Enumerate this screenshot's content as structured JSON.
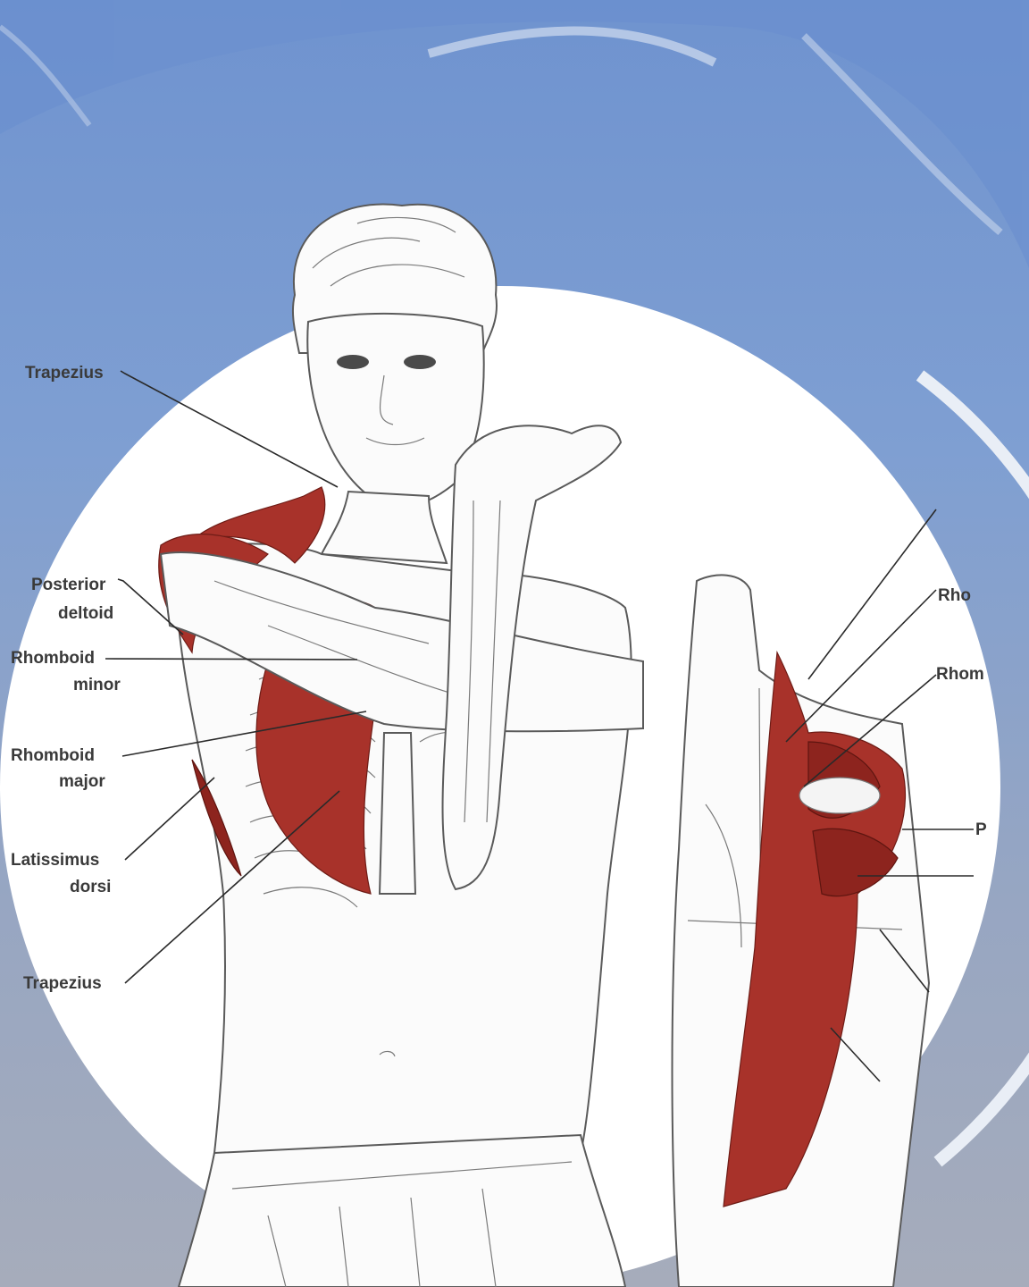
{
  "colors": {
    "background_top": "#6f93cf",
    "background_bottom": "#a6acbb",
    "circle_fill": "#ffffff",
    "muscle": "#a8322a",
    "line": "#2a2a2a",
    "label": "#3a3a3a"
  },
  "labels": {
    "trapezius_upper": "Trapezius",
    "posterior_deltoid_line1": "Posterior",
    "posterior_deltoid_line2": "deltoid",
    "rhomboid_minor_line1": "Rhomboid",
    "rhomboid_minor_line2": "minor",
    "rhomboid_major_line1": "Rhomboid",
    "rhomboid_major_line2": "major",
    "latissimus_line1": "Latissimus",
    "latissimus_line2": "dorsi",
    "trapezius_lower": "Trapezius",
    "right_rho_1": "Rho",
    "right_rho_2": "Rhom",
    "right_p": "P"
  }
}
